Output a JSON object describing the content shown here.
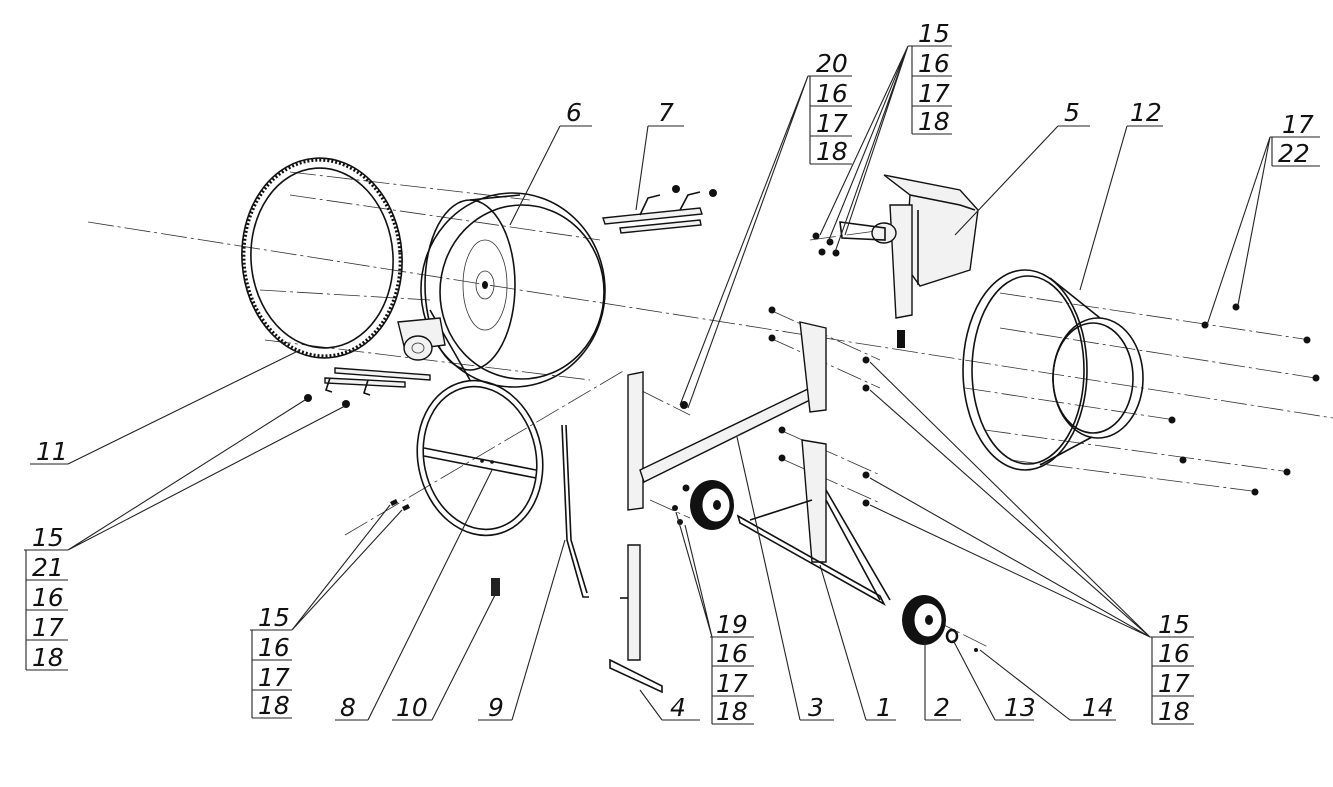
{
  "callouts": {
    "c6": "6",
    "c7": "7",
    "c5": "5",
    "c12": "12",
    "c11": "11",
    "c8": "8",
    "c10": "10",
    "c9": "9",
    "c4": "4",
    "c3": "3",
    "c1": "1",
    "c2": "2",
    "c13": "13",
    "c14": "14"
  },
  "stacks": {
    "top_right_a": [
      "15",
      "16",
      "17",
      "18"
    ],
    "top_b": [
      "20",
      "16",
      "17",
      "18"
    ],
    "far_right": [
      "17",
      "22"
    ],
    "left_big": [
      "15",
      "21",
      "16",
      "17",
      "18"
    ],
    "left_small": [
      "15",
      "16",
      "17",
      "18"
    ],
    "bottom_mid": [
      "19",
      "16",
      "17",
      "18"
    ],
    "bottom_right": [
      "15",
      "16",
      "17",
      "18"
    ]
  }
}
